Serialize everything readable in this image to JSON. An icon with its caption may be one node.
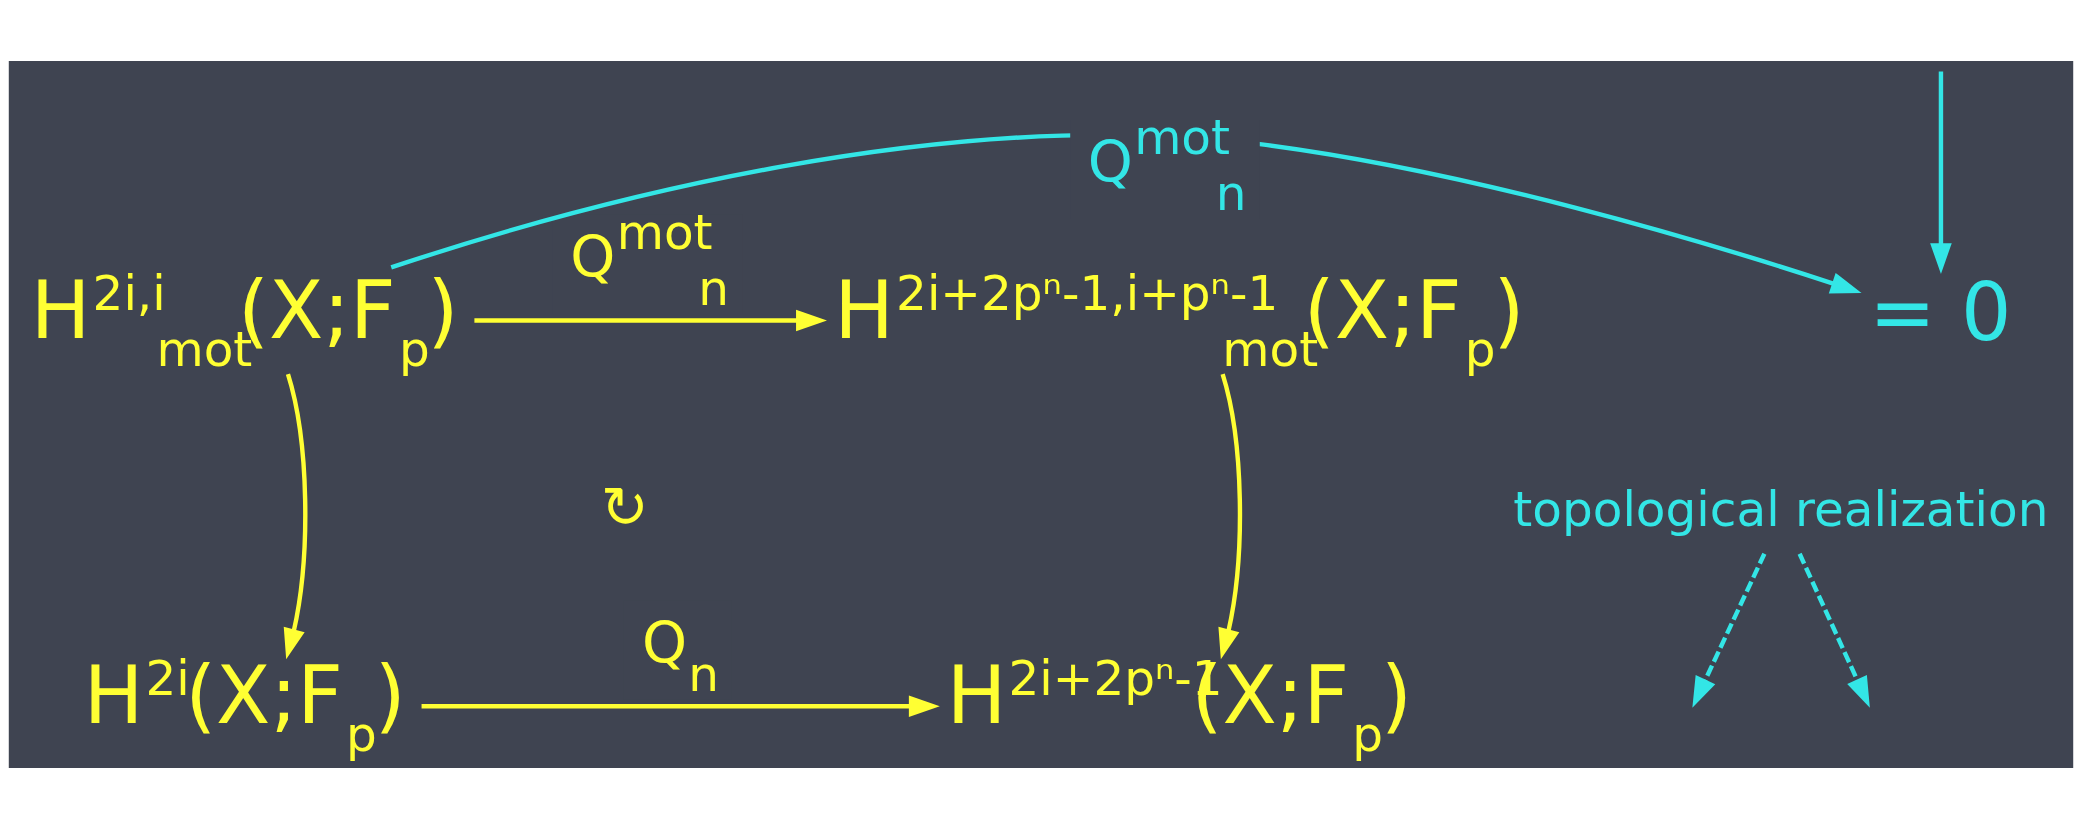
{
  "diagram": {
    "nodes": [
      {
        "text": [
          "H$^{2i,i}$$_{mot}$(X;F$_{p}$)"
        ]
      },
      {
        "text": [
          "H$^{2i+2pⁿ-1,i+pⁿ-1}$$_{mot}$(X;F$_{p}$)"
        ]
      },
      {
        "text": [
          "= 0"
        ]
      },
      {
        "text": [
          "H$^{2i}$(X;F$_{p}$)"
        ]
      },
      {
        "text": [
          "H$^{2i+2pⁿ-1}$(X;F$_{p}$)"
        ]
      },
      {
        "text": [
          "topological realization"
        ]
      }
    ],
    "edges": [
      {
        "from": 0,
        "to": 1,
        "arrow": "to",
        "label": "Q$^{mot}$$_{n}$"
      },
      {
        "from": 0,
        "to": 2,
        "arrow": "to",
        "label": "Q$^{mot}$$_{n}$",
        "color": "#33e6e6"
      },
      {
        "from": null,
        "to": 2,
        "arrow": "to",
        "color": "#33e6e6"
      },
      {
        "from": 0,
        "to": 3,
        "arrow": "to"
      },
      {
        "from": 1,
        "to": 4,
        "arrow": "to"
      },
      {
        "from": 3,
        "to": 4,
        "arrow": "to",
        "label": "Q$_{n}$"
      },
      {
        "from": 5,
        "to": null,
        "arrow": "to",
        "style": "dashed",
        "color": "#33e6e6"
      },
      {
        "from": 5,
        "to": null,
        "arrow": "to",
        "style": "dashed",
        "color": "#33e6e6"
      }
    ],
    "labels": [
      "↻"
    ]
  }
}
